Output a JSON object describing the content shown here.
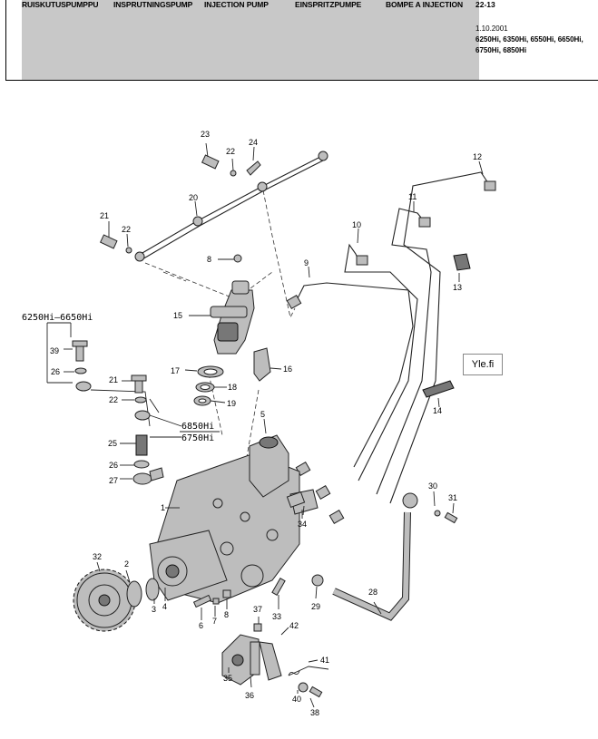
{
  "header": {
    "columns": [
      "RUISKUTUSPUMPPU",
      "INSPRUTNINGSPUMP",
      "INJECTION PUMP",
      "EINSPRITZPUMPE",
      "BOMPE A INJECTION"
    ],
    "page_ref": "22-13",
    "date": "1.10.2001",
    "models": "6250Hi, 6350Hi, 6550Hi, 6650Hi, 6750Hi, 6850Hi"
  },
  "diagram": {
    "group_label_a": "6250Hi–6650Hi",
    "group_label_b1": "6850Hi",
    "group_label_b2": "6750Hi",
    "watermark": "Yle.fi",
    "callouts": [
      "1",
      "2",
      "3",
      "4",
      "5",
      "6",
      "7",
      "8",
      "8",
      "9",
      "10",
      "11",
      "12",
      "13",
      "14",
      "15",
      "16",
      "17",
      "18",
      "19",
      "20",
      "21",
      "21",
      "22",
      "22",
      "22",
      "23",
      "24",
      "25",
      "26",
      "26",
      "27",
      "28",
      "29",
      "30",
      "31",
      "32",
      "33",
      "34",
      "35",
      "36",
      "37",
      "38",
      "39",
      "40",
      "41",
      "42"
    ]
  }
}
